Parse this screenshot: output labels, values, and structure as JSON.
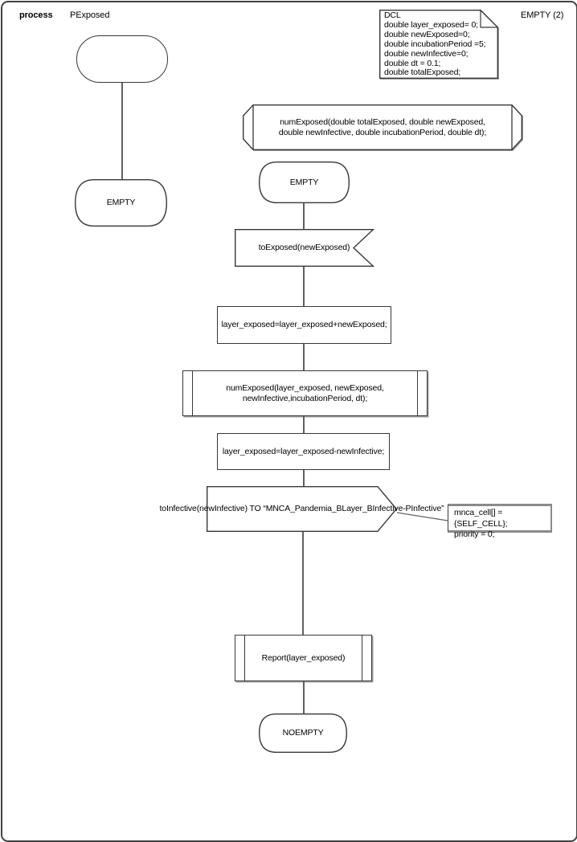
{
  "colors": {
    "stroke": "#383838",
    "connector": "#606060",
    "shadow": "#9c9c9c"
  },
  "header": {
    "kind_label": "process",
    "process_name": "PExposed",
    "instance_label": "EMPTY (2)"
  },
  "dcl_note": {
    "lines": [
      "DCL",
      "double layer_exposed= 0;",
      "double newExposed=0;",
      "double incubationPeriod =5;",
      "double newInfective=0;",
      "double dt = 0.1;",
      "double totalExposed;"
    ]
  },
  "nodes": {
    "state_empty_left": {
      "label": "EMPTY"
    },
    "procedure_declaration": {
      "line1": "numExposed(double totalExposed, double newExposed,",
      "line2": "double newInfective, double incubationPeriod, double dt);"
    },
    "state_empty": {
      "label": "EMPTY"
    },
    "input_toexposed": {
      "label": "toExposed(newExposed)"
    },
    "task_add_exposed": {
      "label": "layer_exposed=layer_exposed+newExposed;"
    },
    "call_numexposed": {
      "line1": "numExposed(layer_exposed, newExposed,",
      "line2": "newInfective,incubationPeriod, dt);"
    },
    "task_sub_infective": {
      "label": "layer_exposed=layer_exposed-newInfective;"
    },
    "output_toinfective": {
      "label": "toInfective(newInfective) TO “MNCA_Pandemia_BLayer_BInfective-PInfective”"
    },
    "comment_priority": {
      "line1": "mnca_cell[] = {SELF_CELL};",
      "line2": "priority = 0;"
    },
    "call_report": {
      "label": "Report(layer_exposed)"
    },
    "state_noempty": {
      "label": "NOEMPTY"
    }
  }
}
